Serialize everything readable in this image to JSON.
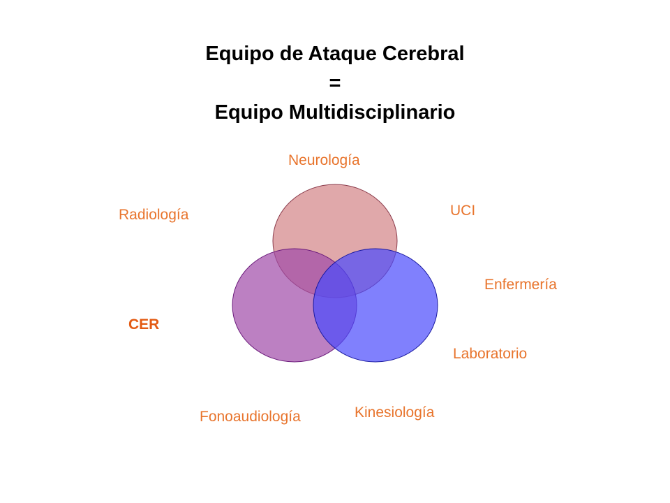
{
  "title": {
    "line1": "Equipo de Ataque Cerebral",
    "line2": "=",
    "line3": "Equipo Multidisciplinario"
  },
  "labels": {
    "neurologia": "Neurología",
    "uci": "UCI",
    "radiologia": "Radiología",
    "enfermeria": "Enfermería",
    "cer": "CER",
    "laboratorio": "Laboratorio",
    "fonoaudiologia": "Fonoaudiología",
    "kinesiologia": "Kinesiología"
  },
  "colors": {
    "label_orange": "#e8742c",
    "circle_top_fill": "#d07a7c",
    "circle_left_fill": "#a04aa8",
    "circle_right_fill": "#4a4afc"
  }
}
